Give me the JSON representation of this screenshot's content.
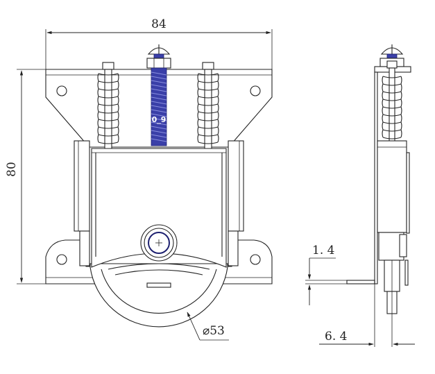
{
  "dimensions": {
    "width_label": "84",
    "height_label": "80",
    "wheel_diameter_label": "⌀53",
    "side_offset_label": "1. 4",
    "side_width_label": "6. 4"
  },
  "screw_marking": "0_9",
  "colors": {
    "line": "#222222",
    "screw_blue": "#3a3fa8",
    "background": "#ffffff"
  }
}
